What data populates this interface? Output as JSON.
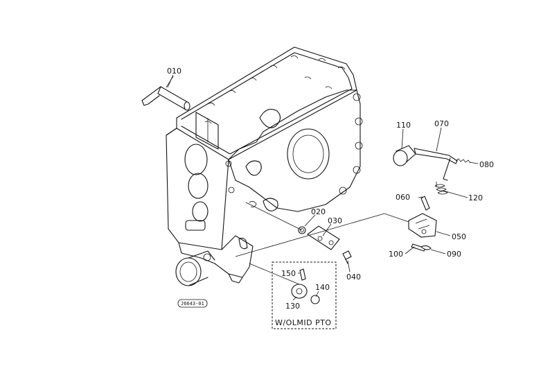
{
  "diagram_id": "J6643-01",
  "inset_caption": "W/OLMID PTO",
  "labels": {
    "p010": "010",
    "p020": "020",
    "p030": "030",
    "p040": "040",
    "p050": "050",
    "p060": "060",
    "p070": "070",
    "p080": "080",
    "p090": "090",
    "p100": "100",
    "p110": "110",
    "p120": "120",
    "p130": "130",
    "p140": "140",
    "p150": "150"
  }
}
